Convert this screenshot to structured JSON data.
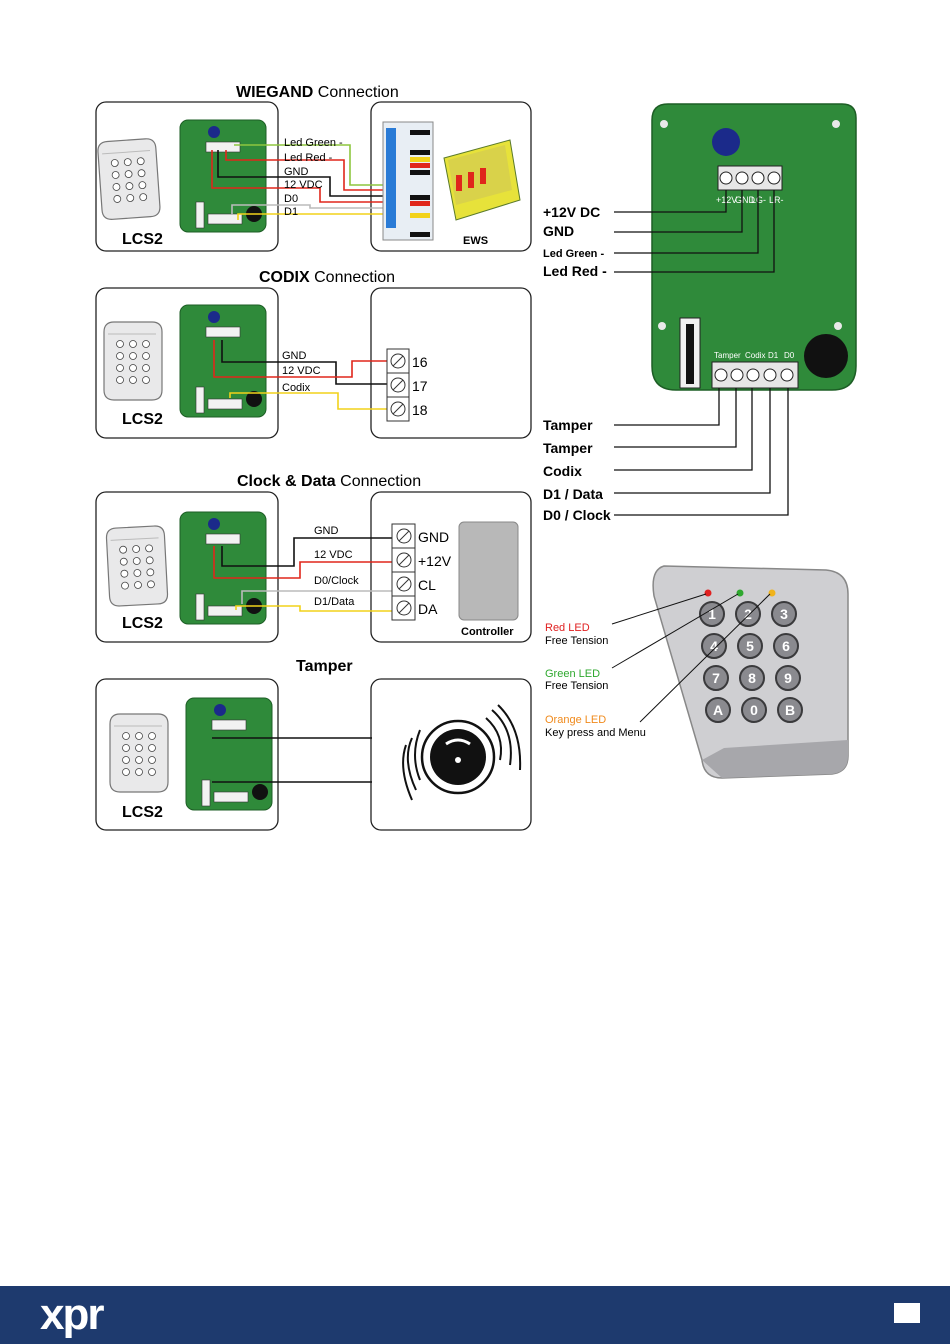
{
  "wiegand": {
    "title_bold": "WIEGAND",
    "title_rest": " Connection",
    "device_label": "LCS2",
    "wires": [
      "Led Green -",
      "Led Red -",
      "GND",
      "12 VDC",
      "D0",
      "D1"
    ],
    "controller_label": "EWS"
  },
  "codix": {
    "title_bold": "CODIX",
    "title_rest": " Connection",
    "device_label": "LCS2",
    "wires": [
      "GND",
      "12 VDC",
      "Codix"
    ],
    "terminals": [
      "16",
      "17",
      "18"
    ]
  },
  "clock_data": {
    "title_bold": "Clock & Data",
    "title_rest": " Connection",
    "device_label": "LCS2",
    "wires": [
      "GND",
      "12 VDC",
      "D0/Clock",
      "D1/Data"
    ],
    "terminals": [
      "GND",
      "+12V",
      "CL",
      "DA"
    ],
    "controller_label": "Controller"
  },
  "tamper": {
    "title": "Tamper",
    "device_label": "LCS2"
  },
  "board": {
    "top_terminals": [
      "+12V",
      "GND",
      "LG-",
      "LR-"
    ],
    "bottom_terminals": [
      "Tamper",
      "Codix",
      "D1",
      "D0"
    ],
    "labels_top": [
      "+12V DC",
      "GND",
      "Led Green -",
      "Led Red -"
    ],
    "labels_bottom": [
      "Tamper",
      "Tamper",
      "Codix",
      "D1 / Data",
      "D0 / Clock"
    ]
  },
  "keypad": {
    "keys": [
      "1",
      "2",
      "3",
      "4",
      "5",
      "6",
      "7",
      "8",
      "9",
      "A",
      "0",
      "B"
    ],
    "leds": [
      {
        "name": "Red LED",
        "desc": "Free Tension",
        "color": "#e02020"
      },
      {
        "name": "Green LED",
        "desc": "Free Tension",
        "color": "#2fa82f"
      },
      {
        "name": "Orange LED",
        "desc": "Key press and Menu",
        "color": "#f08a1c"
      }
    ]
  },
  "footer": {
    "logo": "xpr",
    "bg_color": "#1e3a6e"
  },
  "colors": {
    "pcb": "#2f8a3a",
    "wire_green": "#8dc63f",
    "wire_red": "#e0261b",
    "wire_black": "#111111",
    "wire_white": "#bbbbbb",
    "wire_yellow": "#f2d21a"
  }
}
